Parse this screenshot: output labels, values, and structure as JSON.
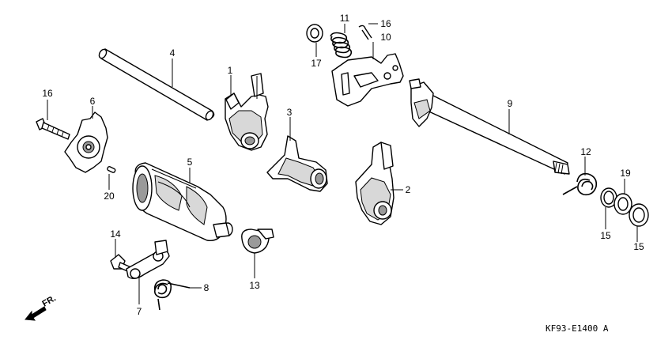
{
  "diagram": {
    "code": "KF93-E1400 A",
    "direction_label": "FR.",
    "callouts": [
      {
        "id": "c1",
        "text": "1"
      },
      {
        "id": "c2",
        "text": "2"
      },
      {
        "id": "c3",
        "text": "3"
      },
      {
        "id": "c4",
        "text": "4"
      },
      {
        "id": "c5",
        "text": "5"
      },
      {
        "id": "c6",
        "text": "6"
      },
      {
        "id": "c7",
        "text": "7"
      },
      {
        "id": "c8",
        "text": "8"
      },
      {
        "id": "c9",
        "text": "9"
      },
      {
        "id": "c10",
        "text": "10"
      },
      {
        "id": "c11",
        "text": "11"
      },
      {
        "id": "c12",
        "text": "12"
      },
      {
        "id": "c13",
        "text": "13"
      },
      {
        "id": "c14",
        "text": "14"
      },
      {
        "id": "c15a",
        "text": "15"
      },
      {
        "id": "c15b",
        "text": "15"
      },
      {
        "id": "c16",
        "text": "16"
      },
      {
        "id": "c17",
        "text": "17"
      },
      {
        "id": "c18",
        "text": "18"
      },
      {
        "id": "c19",
        "text": "19"
      },
      {
        "id": "c20",
        "text": "20"
      }
    ]
  }
}
